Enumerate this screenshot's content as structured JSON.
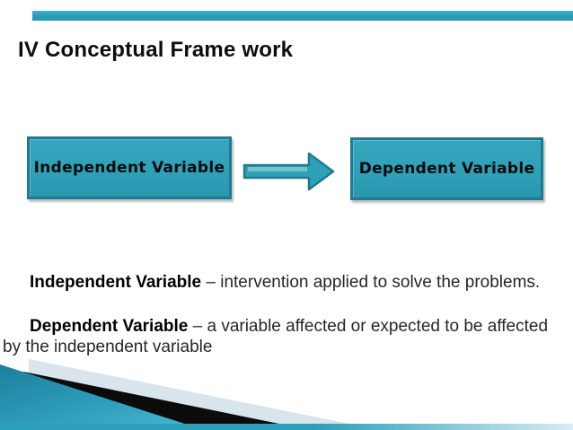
{
  "slide": {
    "title": "IV Conceptual Frame work"
  },
  "diagram": {
    "independent_box_label": "Independent Variable",
    "dependent_box_label": "Dependent Variable",
    "box_fill": "#2ea0b8",
    "box_border": "#1d7a91",
    "arrow_fill": "#2ea0b8",
    "arrow_border": "#1d7a91"
  },
  "body": {
    "para1_bold": "Independent Variable",
    "para1_rest": " – intervention applied to solve the problems.",
    "para2_bold": "Dependent Variable",
    "para2_rest_line1": " – a variable affected or expected to be affected",
    "para2_line2": "by the independent variable"
  },
  "decoration": {
    "accent_bar_color": "#2b9fb9",
    "teal_wedge_dark": "#1b7f9d",
    "teal_wedge_light": "#4cb9d4",
    "black_wedge_color": "#0b0b0b",
    "pale_wedge_color": "#d9e5ec"
  }
}
